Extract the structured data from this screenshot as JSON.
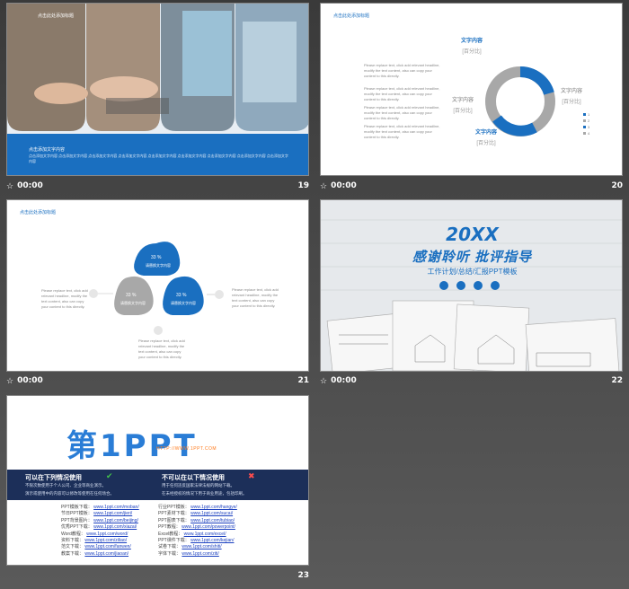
{
  "slides": [
    {
      "num": "19",
      "time": "00:00",
      "title": "点击此处添加标题",
      "body_title": "点击添加文字内容",
      "body_text": "点击添加文字内容 点击添加文字内容 点击添加文字内容 点击添加文字内容 点击添加文字内容 点击添加文字内容 点击添加文字内容 点击添加文字内容 点击添加文字内容"
    },
    {
      "num": "20",
      "time": "00:00",
      "title": "点击此处添加标题",
      "text_label": "文字内容",
      "percent_label": "[百分比]",
      "para": "Please replace text, click add relevant headline, modify the text content, also can copy your content to this directly.",
      "legend": [
        "1",
        "2",
        "3",
        "4"
      ]
    },
    {
      "num": "21",
      "time": "00:00",
      "title": "点击此处添加标题",
      "pct": "33 %",
      "sub": "请替换文字内容",
      "para": "Please replace text, click add relevant headline, modify the text content, also can copy your content to this directly."
    },
    {
      "num": "22",
      "time": "00:00",
      "year": "20XX",
      "headline": "感谢聆听 批评指导",
      "subtitle": "工作计划/总结/汇报PPT模板"
    },
    {
      "num": "23",
      "logo_main": "第1PPT",
      "logo_url": "HTTP://WWW.1PPT.COM",
      "can_use": "可以在下列情况使用",
      "cannot_use": "不可以在以下情况使用",
      "can_items": [
        "不限次数使用于个人公司、企业等商业演示。",
        "演示或使用中的内容可以修改等使用在任何场合。"
      ],
      "cannot_items": [
        "用于任何违反国家法律法规的网站下载。",
        "在未经授权的情况下用于商业用途，包括印刷。"
      ],
      "links_left": [
        [
          "PPT模板下载：",
          "www.1ppt.com/moban/"
        ],
        [
          "节日PPT模板：",
          "www.1ppt.com/jieri/"
        ],
        [
          "PPT背景图片：",
          "www.1ppt.com/beijing/"
        ],
        [
          "优秀PPT下载：",
          "www.1ppt.com/xiazai/"
        ],
        [
          "Word教程：",
          "www.1ppt.com/word/"
        ],
        [
          "资料下载：",
          "www.1ppt.com/ziliao/"
        ],
        [
          "范文下载：",
          "www.1ppt.com/fanwen/"
        ],
        [
          "教案下载：",
          "www.1ppt.com/jiaoan/"
        ]
      ],
      "links_right": [
        [
          "行业PPT模板：",
          "www.1ppt.com/hangye/"
        ],
        [
          "PPT素材下载：",
          "www.1ppt.com/sucai/"
        ],
        [
          "PPT图表下载：",
          "www.1ppt.com/tubiao/"
        ],
        [
          "PPT教程：",
          "www.1ppt.com/powerpoint/"
        ],
        [
          "Excel教程：",
          "www.1ppt.com/excel/"
        ],
        [
          "PPT课件下载：",
          "www.1ppt.com/kejian/"
        ],
        [
          "试卷下载：",
          "www.1ppt.com/shiti/"
        ],
        [
          "字体下载：",
          "www.1ppt.com/ziti/"
        ]
      ]
    }
  ],
  "colors": {
    "accent": "#1a6fc0",
    "navy": "#1c2f59"
  }
}
